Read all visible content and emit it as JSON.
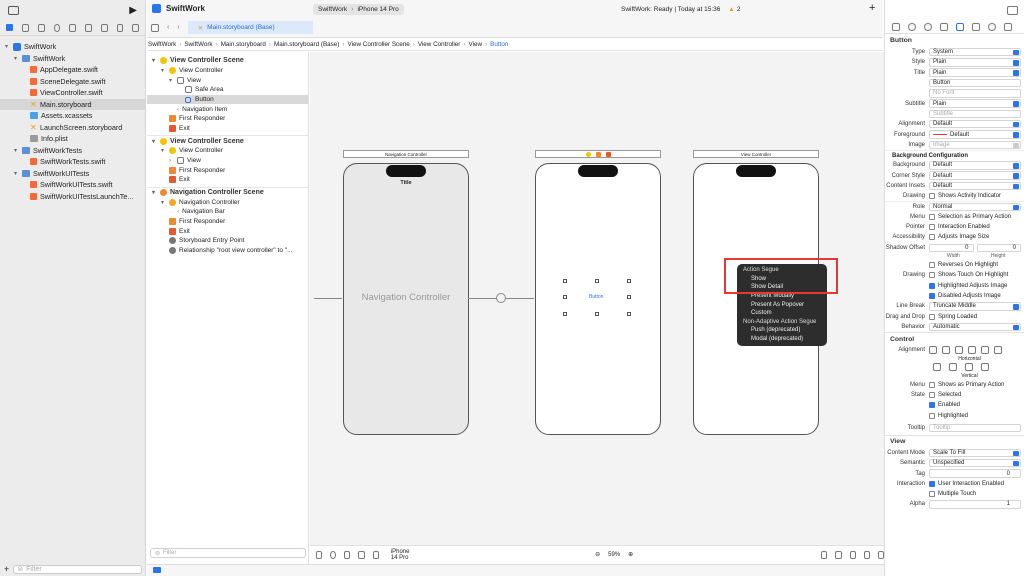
{
  "navigator": {
    "project": "SwiftWork",
    "filter_placeholder": "Filter",
    "items": [
      {
        "label": "SwiftWork"
      },
      {
        "label": "SwiftWork"
      },
      {
        "label": "AppDelegate.swift"
      },
      {
        "label": "SceneDelegate.swift"
      },
      {
        "label": "ViewController.swift"
      },
      {
        "label": "Main.storyboard"
      },
      {
        "label": "Assets.xcassets"
      },
      {
        "label": "LaunchScreen.storyboard"
      },
      {
        "label": "Info.plist"
      },
      {
        "label": "SwiftWorkTests"
      },
      {
        "label": "SwiftWorkTests.swift"
      },
      {
        "label": "SwiftWorkUITests"
      },
      {
        "label": "SwiftWorkUITests.swift"
      },
      {
        "label": "SwiftWorkUITestsLaunchTe..."
      }
    ]
  },
  "toolbar": {
    "scheme": "SwiftWork",
    "device": "iPhone 14 Pro",
    "status": "SwiftWork: Ready | Today at 15:36",
    "warnings": "2",
    "tab": "Main.storyboard (Base)"
  },
  "breadcrumb": [
    "SwiftWork",
    "SwiftWork",
    "Main.storyboard",
    "Main.storyboard (Base)",
    "View Controller Scene",
    "View Controller",
    "View",
    "Button"
  ],
  "outline": {
    "scene1": "View Controller Scene",
    "s1_items": [
      "View Controller",
      "View",
      "Safe Area",
      "Button",
      "Navigation Item",
      "First Responder",
      "Exit"
    ],
    "scene2": "View Controller Scene",
    "s2_items": [
      "View Controller",
      "View",
      "First Responder",
      "Exit"
    ],
    "scene3": "Navigation Controller Scene",
    "s3_items": [
      "Navigation Controller",
      "Navigation Bar",
      "First Responder",
      "Exit",
      "Storyboard Entry Point",
      "Relationship \"root view controller\" to \"..."
    ],
    "filter_placeholder": "Filter"
  },
  "canvas": {
    "nav_header": "Navigation Controller",
    "nav_title": "Title",
    "nav_body": "Navigation Controller",
    "vc_header": "View Controller",
    "button_label": "Button",
    "device": "iPhone 14 Pro",
    "zoom": "59%"
  },
  "popup": {
    "header1": "Action Segue",
    "items1": [
      "Show",
      "Show Detail",
      "Present Modally",
      "Present As Popover",
      "Custom"
    ],
    "header2": "Non-Adaptive Action Segue",
    "items2": [
      "Push (deprecated)",
      "Modal (deprecated)"
    ]
  },
  "inspector": {
    "button_section": "Button",
    "type": "System",
    "style": "Plain",
    "title": "Plain",
    "title_text": "Button",
    "font_placeholder": "No Font",
    "subtitle": "Plain",
    "subtitle_placeholder": "Subtitle",
    "alignment": "Default",
    "foreground": "Default",
    "image_placeholder": "Image",
    "bg_config": "Background Configuration",
    "background": "Default",
    "corner_style": "Default",
    "content_insets": "Default",
    "drawing_activity": "Shows Activity Indicator",
    "role": "Normal",
    "menu": "Selection as Primary Action",
    "pointer": "Interaction Enabled",
    "accessibility": "Adjusts Image Size",
    "shadow_w": "0",
    "shadow_h": "0",
    "width_label": "Width",
    "height_label": "Height",
    "reverses": "Reverses On Highlight",
    "shows_touch": "Shows Touch On Highlight",
    "highlighted_adj": "Highlighted Adjusts Image",
    "disabled_adj": "Disabled Adjusts Image",
    "line_break": "Truncate Middle",
    "spring": "Spring Loaded",
    "behavior": "Automatic",
    "control_section": "Control",
    "horizontal": "Horizontal",
    "vertical": "Vertical",
    "menu2": "Shows as Primary Action",
    "state_selected": "Selected",
    "state_enabled": "Enabled",
    "state_highlighted": "Highlighted",
    "tooltip_placeholder": "Tooltip",
    "view_section": "View",
    "content_mode": "Scale To Fill",
    "semantic": "Unspecified",
    "tag": "0",
    "interaction_enabled": "User Interaction Enabled",
    "multiple_touch": "Multiple Touch",
    "alpha": "1",
    "labels": {
      "type": "Type",
      "style": "Style",
      "title": "Title",
      "subtitle": "Subtitle",
      "alignment": "Alignment",
      "foreground": "Foreground",
      "image": "Image",
      "background": "Background",
      "corner": "Corner Style",
      "insets": "Content Insets",
      "drawing": "Drawing",
      "role": "Role",
      "menu": "Menu",
      "pointer": "Pointer",
      "accessibility": "Accessibility",
      "shadow": "Shadow Offset",
      "drawing2": "Drawing",
      "line_break": "Line Break",
      "drag": "Drag and Drop",
      "behavior": "Behavior",
      "alignment2": "Alignment",
      "menu2": "Menu",
      "state": "State",
      "tooltip": "Tooltip",
      "content_mode": "Content Mode",
      "semantic": "Semantic",
      "tag": "Tag",
      "interaction": "Interaction",
      "alpha": "Alpha"
    }
  }
}
